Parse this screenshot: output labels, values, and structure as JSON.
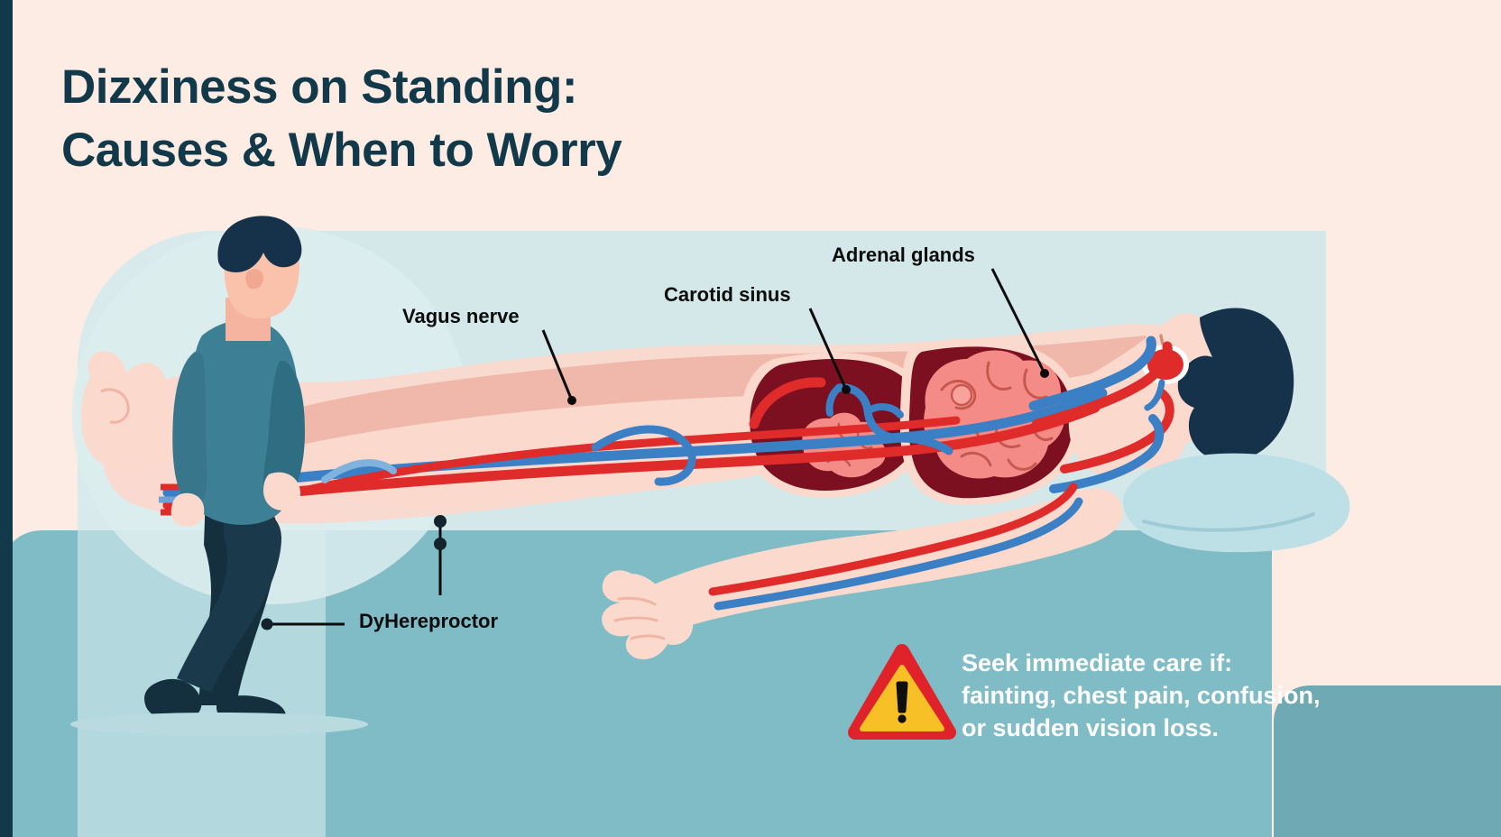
{
  "title": {
    "line1": "Dizxiness on Standing:",
    "line2": "Causes & When to Worry",
    "full": "Dizxiness on Standing:\nCauses & When to Worry",
    "color": "#12394a"
  },
  "labels": {
    "vagus_nerve": "Vagus nerve",
    "carotid_sinus": "Carotid sinus",
    "adrenal_glands": "Adrenal glands",
    "baroreceptor": "DyHereproctor"
  },
  "warning": {
    "line1": "Seek immediate care if:",
    "line2": "fainting, chest pain, confusion,",
    "line3": "or sudden vision loss.",
    "full": "Seek immediate care if:\nfainting, chest pain, confusion,\nor sudden vision loss.",
    "icon": "warning-triangle-icon",
    "icon_fill": "#f6c026",
    "icon_border": "#e0232a",
    "text_color": "#ffffff"
  },
  "palette": {
    "background_cream": "#fcece3",
    "panel_blue": "#d9eaec",
    "floor_teal": "#80bcc6",
    "floor_teal_light": "#b3d8de",
    "left_bar_navy": "#12394a",
    "skin": "#fbd9cd",
    "skin_deep": "#f2b3a2",
    "artery_red": "#e02b2b",
    "vein_blue": "#3b7fc4",
    "organ_maroon": "#7c1020",
    "organ_pink": "#f58b86",
    "hair_navy": "#16324a",
    "shirt_teal": "#3d7f94",
    "pants_navy": "#14303f",
    "pillow_blue": "#bddfe6"
  },
  "figures": {
    "standing_person": "standing-person-figure",
    "reclining_person": "reclining-person-figure",
    "pillow": "pillow-shape",
    "brain_left": "brain-organ-left",
    "brain_right": "brain-organ-right",
    "carotid_highlight": "carotid-sinus-highlight"
  }
}
